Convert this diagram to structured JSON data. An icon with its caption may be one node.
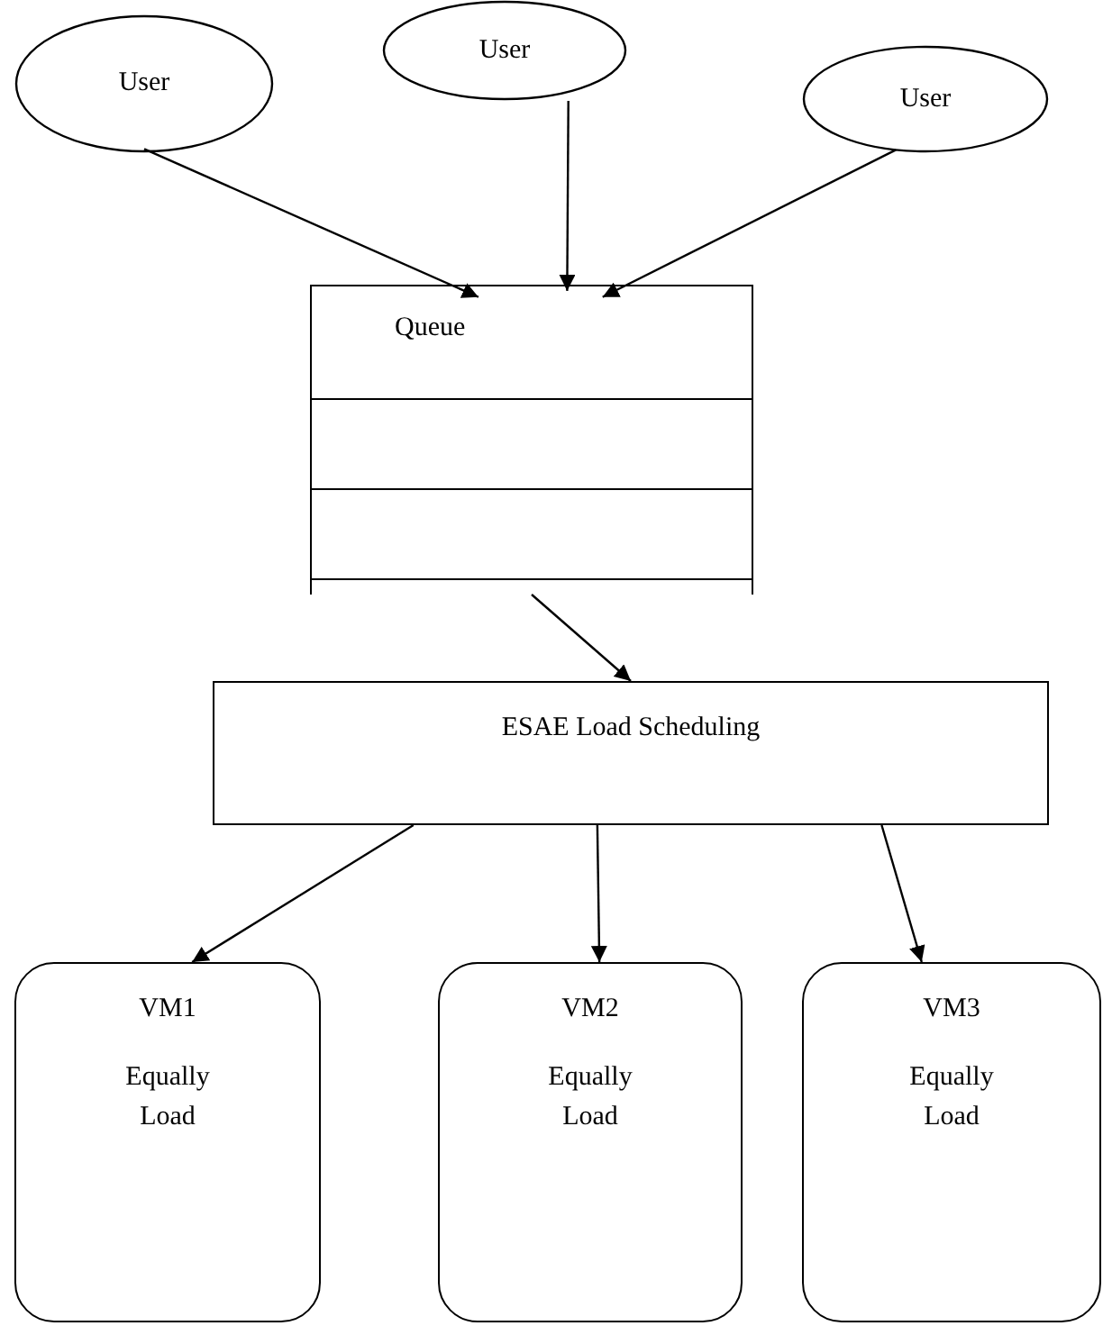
{
  "diagram": {
    "nodes": [
      {
        "text": [
          "User"
        ]
      },
      {
        "text": [
          "User"
        ]
      },
      {
        "text": [
          "User"
        ]
      },
      {
        "text": [
          "Queue"
        ]
      },
      {
        "text": [
          "ESAE Load Scheduling"
        ]
      },
      {
        "text": [
          "VM1",
          "Equally Load"
        ]
      },
      {
        "text": [
          "VM2",
          "Equally Load"
        ]
      },
      {
        "text": [
          "VM3",
          "Equally Load"
        ]
      }
    ],
    "edges": [
      {
        "from": 0,
        "to": 3,
        "arrow": "to"
      },
      {
        "from": 1,
        "to": 3,
        "arrow": "to"
      },
      {
        "from": 2,
        "to": 3,
        "arrow": "to"
      },
      {
        "from": 3,
        "to": 4,
        "arrow": "to"
      },
      {
        "from": 4,
        "to": 5,
        "arrow": "to"
      },
      {
        "from": 4,
        "to": 6,
        "arrow": "to"
      },
      {
        "from": 4,
        "to": 7,
        "arrow": "to"
      }
    ]
  }
}
